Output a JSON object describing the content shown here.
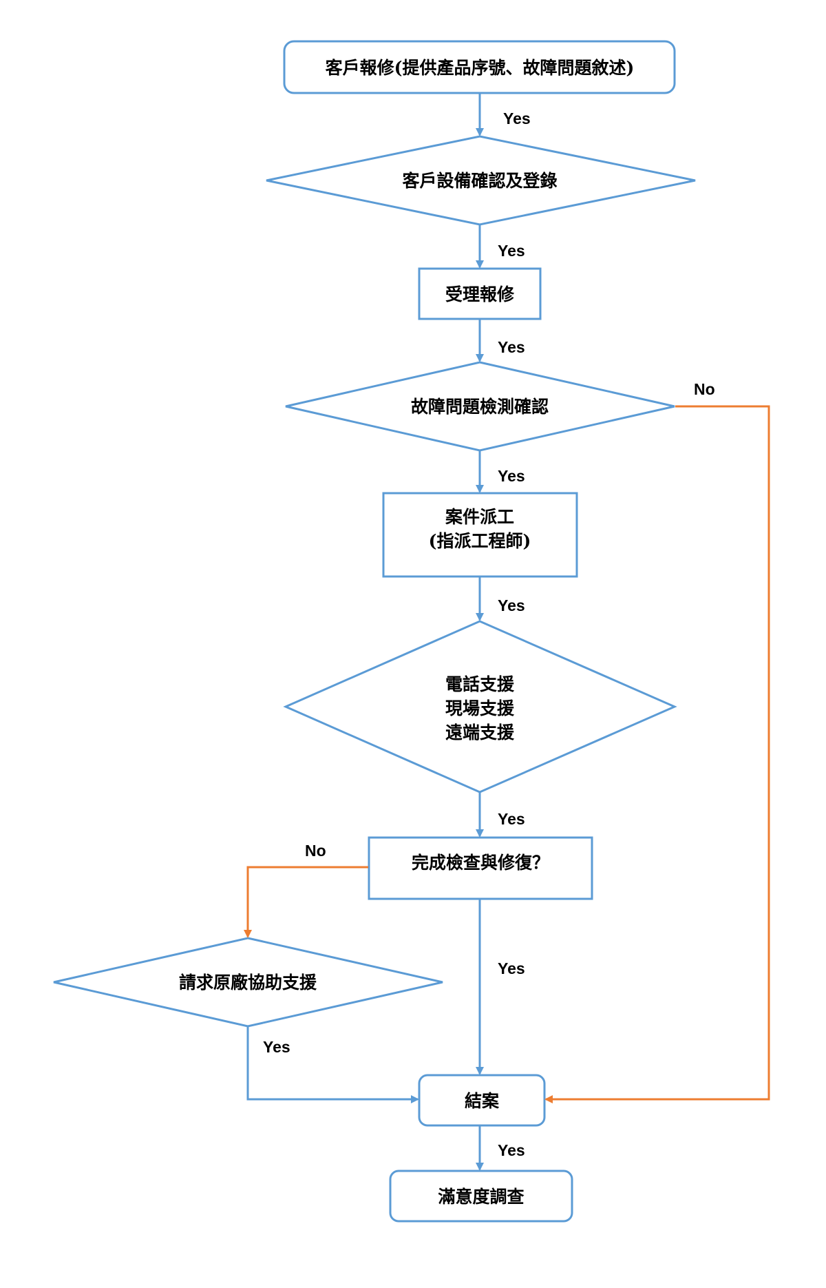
{
  "colors": {
    "stroke": "#5b9bd5",
    "yes_arrow": "#5b9bd5",
    "no_arrow": "#ed7d31",
    "text": "#000000",
    "background": "#ffffff"
  },
  "nodes": {
    "customer_report": "客戶報修(提供產品序號、故障問題敘述)",
    "device_confirm": "客戶設備確認及登錄",
    "accept_report": "受理報修",
    "fault_check": "故障問題檢測確認",
    "dispatch": [
      "案件派工",
      "(指派工程師)"
    ],
    "support_methods": [
      "電話支援",
      "現場支援",
      "遠端支援"
    ],
    "completed": "完成檢查與修復？",
    "vendor_support": "請求原廠協助支援",
    "close_case": "結案",
    "survey": "滿意度調查"
  },
  "edge_labels": {
    "yes": "Yes",
    "no": "No"
  }
}
